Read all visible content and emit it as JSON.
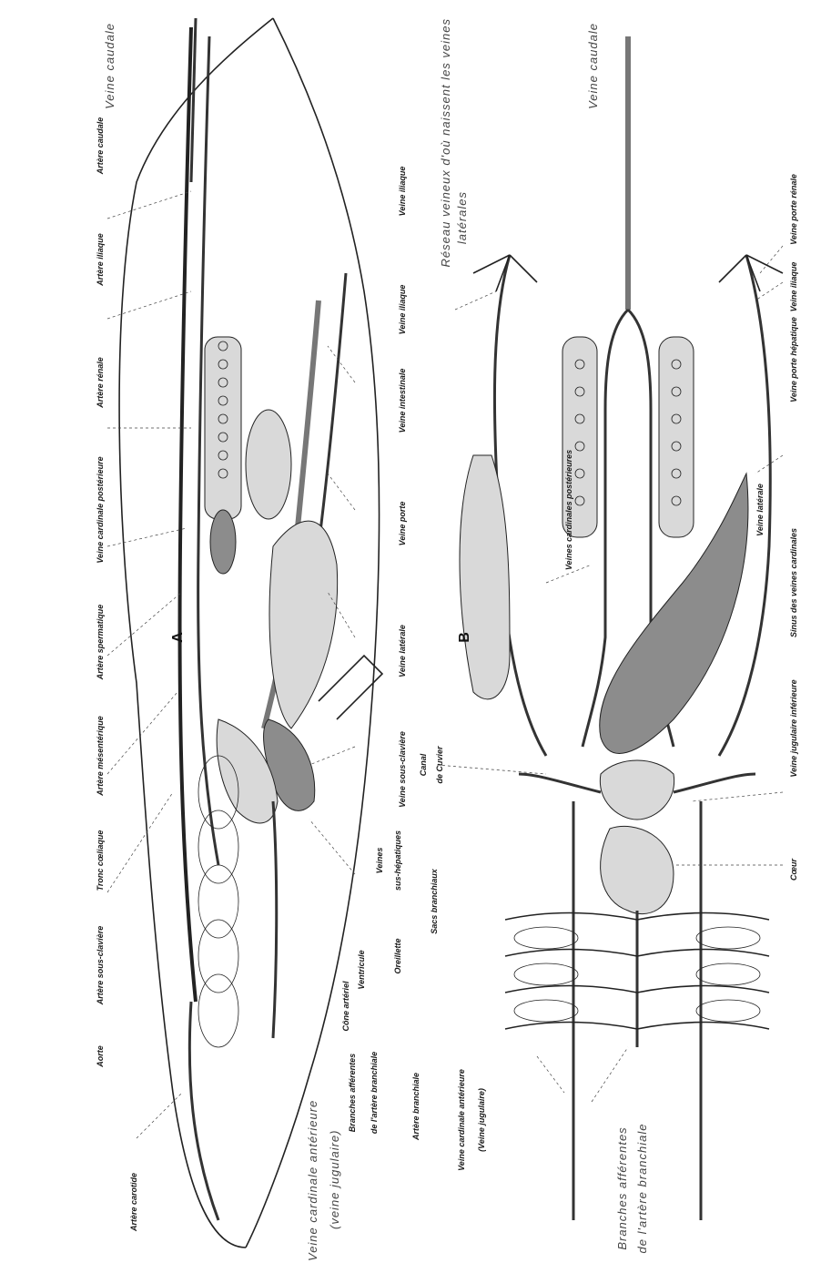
{
  "panels": {
    "a": "A",
    "b": "B"
  },
  "labels_a": {
    "veine_caudale": "Veine caudale",
    "artere_caudale": "Artère caudale",
    "veine_iliaque": "Veine iliaque",
    "artere_iliaque": "Artère iliaque",
    "veine_iliaque_2": "Veine iliaque",
    "artere_renale": "Artère rénale",
    "veine_cardinale_posterieure": "Veine cardinale postérieure",
    "veine_intestinale": "Veine intestinale",
    "veine_porte": "Veine porte",
    "artere_spermatique": "Artère spermatique",
    "veine_laterale": "Veine latérale",
    "artere_mesenterique": "Artère mésentérique",
    "veine_sous_claviere": "Veine sous-clavière",
    "tronc_coeliaque": "Tronc cœliaque",
    "veines": "Veines",
    "sus_hepatiques": "sus-hépatiques",
    "artere_sous_claviere": "Artère sous-clavière",
    "oreillette": "Oreillette",
    "ventricule": "Ventricule",
    "cone_arteriel": "Cône artériel",
    "aorte": "Aorte",
    "branches_afferentes_1": "Branches afférentes",
    "branches_afferentes_2": "de l'artère branchiale",
    "artere_branchiale": "Artère branchiale",
    "artere_carotide": "Artère carotide",
    "veine_cardinale_anterieure": "Veine cardinale antérieure",
    "veine_jugulaire": "(veine jugulaire)"
  },
  "labels_b": {
    "veine_caudale": "Veine caudale",
    "reseau_veineux_1": "Réseau veineux d'où naissent les veines",
    "reseau_veineux_2": "latérales",
    "veine_porte_renale": "Veine porte rénale",
    "veine_iliaque": "Veine iliaque",
    "veine_porte_hepatique": "Veine porte hépatique",
    "veines_cardinales_posterieures": "Veines cardinales postérieures",
    "veine_laterale": "Veine latérale",
    "sinus_veines_cardinales": "Sinus des veines cardinales",
    "veine_jugulaire_inferieure": "Veine jugulaire inférieure",
    "coeur": "Cœur",
    "canal": "Canal",
    "de_cuvier": "de Cuvier",
    "sacs_branchiaux": "Sacs branchiaux",
    "veine_cardinale_anterieure": "Veine cardinale antérieure",
    "veine_jugulaire": "(Veine jugulaire)",
    "branches_afferentes_1": "Branches afférentes",
    "branches_afferentes_2": "de l'artère branchiale"
  }
}
